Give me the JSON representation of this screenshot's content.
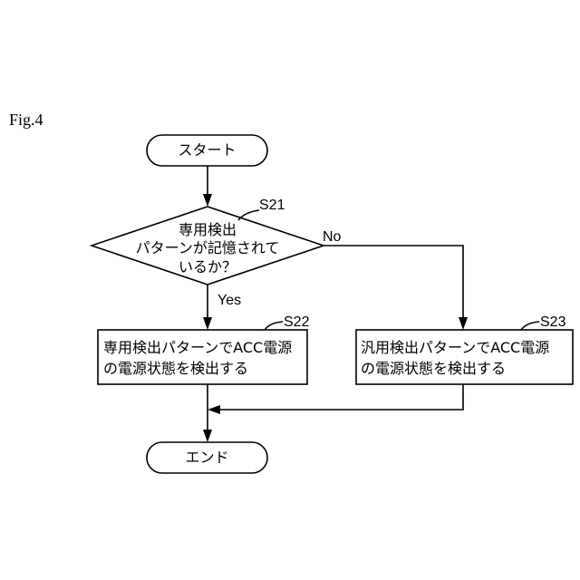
{
  "figure_label": "Fig.4",
  "nodes": {
    "start": {
      "text": "スタート"
    },
    "decision": {
      "step": "S21",
      "lines": [
        "専用検出",
        "パターンが記憶されて",
        "いるか？"
      ]
    },
    "dedicated": {
      "step": "S22",
      "lines": [
        "専用検出パターンでACC電源",
        "の電源状態を検出する"
      ]
    },
    "general": {
      "step": "S23",
      "lines": [
        "汎用検出パターンでACC電源",
        "の電源状態を検出する"
      ]
    },
    "end": {
      "text": "エンド"
    }
  },
  "edges": {
    "yes_label": "Yes",
    "no_label": "No"
  }
}
